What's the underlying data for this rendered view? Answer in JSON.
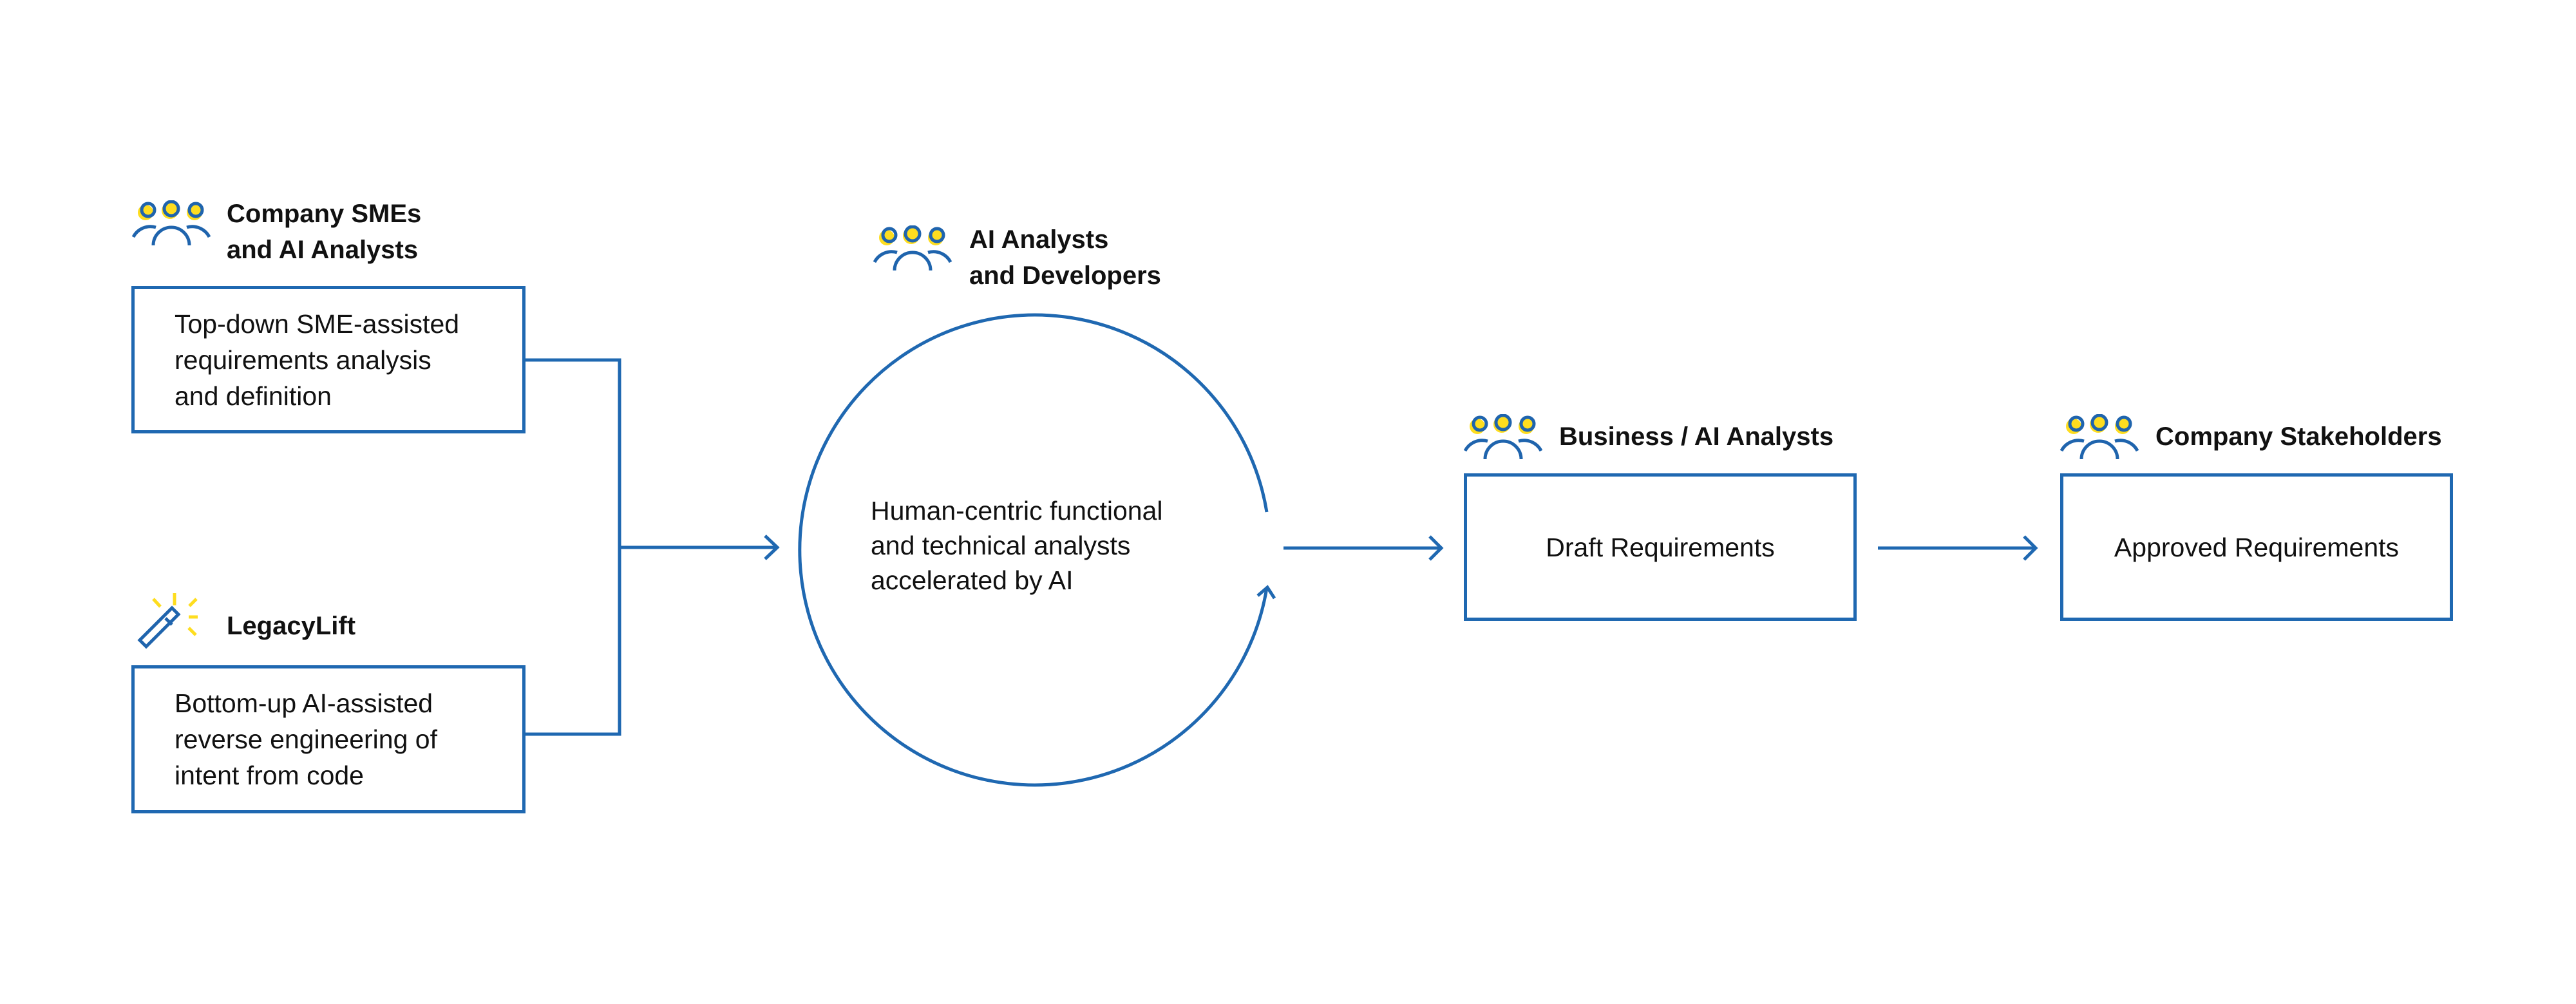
{
  "colors": {
    "accent": "#1f68b1",
    "highlight": "#fedd1f"
  },
  "inputs": [
    {
      "role": "Company SMEs",
      "role_line2": "and AI Analysts",
      "icon": "people-icon",
      "text": [
        "Top-down SME-assisted",
        "requirements analysis",
        "and definition"
      ]
    },
    {
      "role": "LegacyLift",
      "icon": "magic-wand-icon",
      "text": [
        "Bottom-up AI-assisted",
        "reverse engineering of",
        "intent from code"
      ]
    }
  ],
  "cycle": {
    "role": "AI Analysts",
    "role_line2": "and Developers",
    "icon": "people-icon",
    "text": [
      "Human-centric functional",
      "and technical analysts",
      "accelerated by AI"
    ]
  },
  "draft": {
    "role": "Business / AI Analysts",
    "icon": "people-icon",
    "text": "Draft Requirements"
  },
  "approved": {
    "role": "Company Stakeholders",
    "icon": "people-icon",
    "text": "Approved Requirements"
  }
}
